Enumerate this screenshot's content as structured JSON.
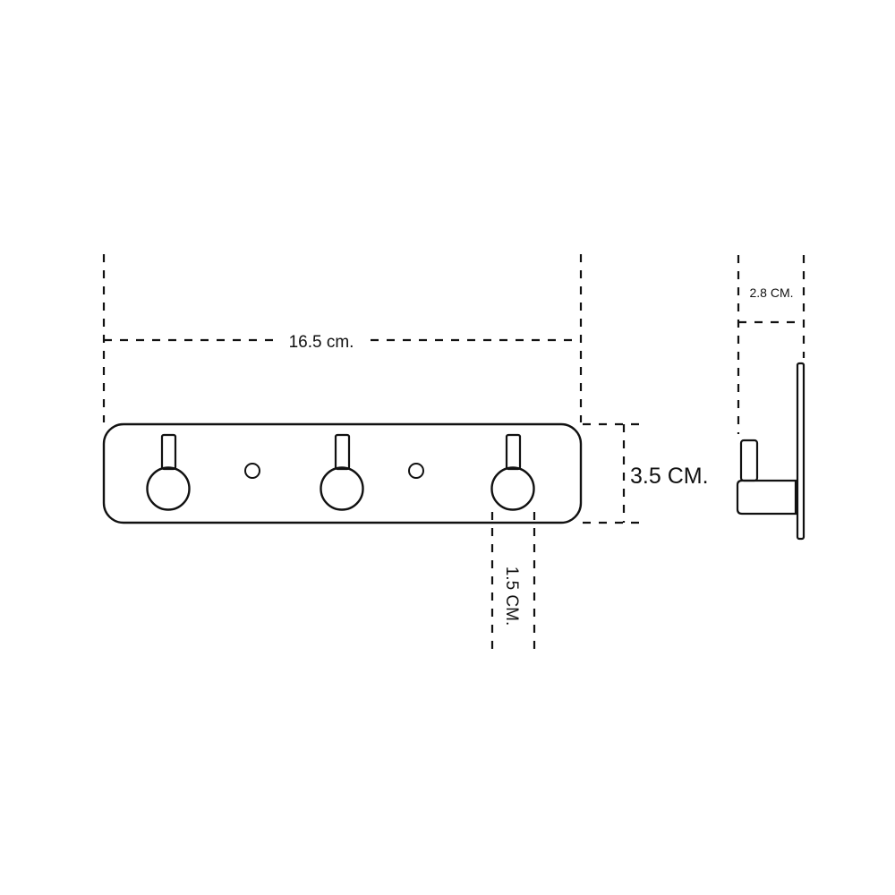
{
  "dimensions": {
    "width_label": "16.5 cm.",
    "height_label": "3.5 CM.",
    "hook_spacing_label": "1.5 CM.",
    "depth_label": "2.8 CM."
  },
  "colors": {
    "stroke": "#111111",
    "background": "#ffffff"
  }
}
